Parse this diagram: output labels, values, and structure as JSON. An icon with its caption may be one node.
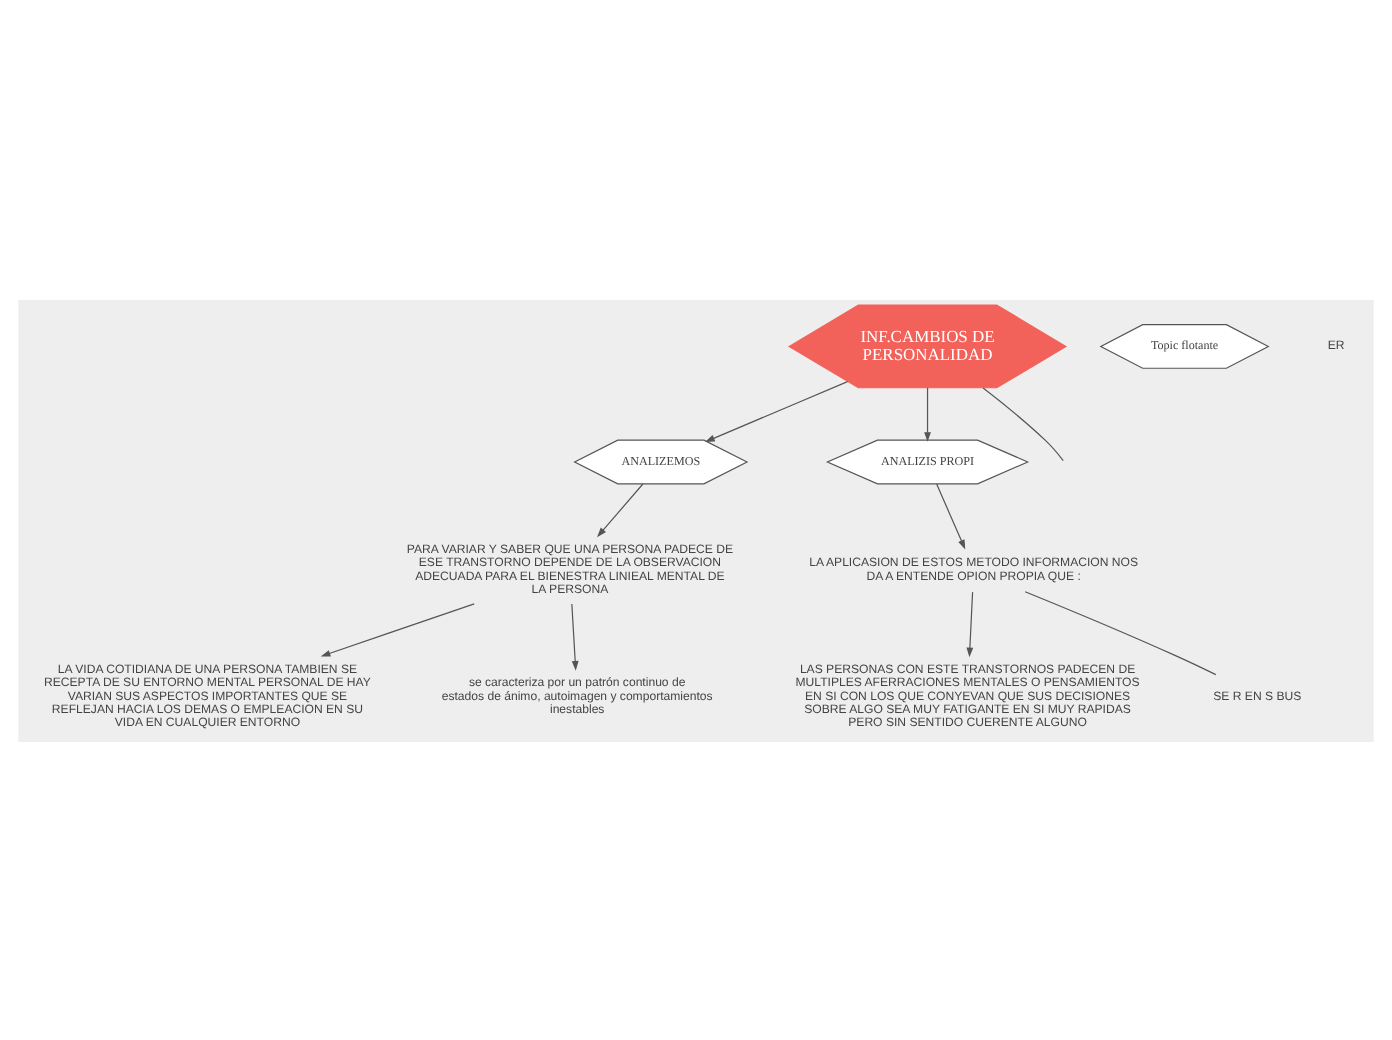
{
  "diagram": {
    "nodes": [
      {
        "text": [
          "INF.CAMBIOS DE PERSONALIDAD"
        ]
      },
      {
        "text": [
          "ANALIZEMOS"
        ]
      },
      {
        "text": [
          "ANALIZIS PROPI"
        ]
      },
      {
        "text": [
          "PARA VARIAR Y SABER QUE UNA PERSONA PADECE DE ESE TRANSTORNO DEPENDE DE LA OBSERVACION ADECUADA PARA EL BIENESTRA LINIEAL MENTAL DE LA PERSONA"
        ]
      },
      {
        "text": [
          "LA VIDA COTIDIANA DE UNA PERSONA TAMBIEN SE RECEPTA DE SU ENTORNO MENTAL PERSONAL DE HAY VARIAN SUS ASPECTOS IMPORTANTES QUE SE REFLEJAN HACIA LOS DEMAS O EMPLEACION EN SU VIDA EN CUALQUIER ENTORNO"
        ]
      },
      {
        "text": [
          "se caracteriza por un patrón continuo de estados de ánimo, autoimagen y comportamientos inestables"
        ]
      },
      {
        "text": [
          "Topic flotante"
        ]
      },
      {
        "text": [
          "LA APLICASION DE ESTOS METODO INFORMACION NOS DA A ENTENDE OPION PROPIA QUE :"
        ]
      },
      {
        "text": [
          "LAS PERSONAS CON ESTE TRANSTORNOS PADECEN DE MULTIPLES AFERRACIONES MENTALES O PENSAMIENTOS EN SI CON LOS QUE CONYEVAN QUE SUS DECISIONES SOBRE ALGO SEA MUY FATIGANTE EN SI MUY RAPIDAS PERO SIN SENTIDO CUERENTE ALGUNO"
        ]
      },
      {
        "text": [
          "SE R EN S BUS"
        ]
      }
    ],
    "edges": [
      {
        "from": 0,
        "to": null,
        "arrow": "none"
      },
      {
        "from": 0,
        "to": 1,
        "arrow": "to"
      },
      {
        "from": 0,
        "to": 2,
        "arrow": "to"
      },
      {
        "from": 1,
        "to": 3,
        "arrow": "to"
      },
      {
        "from": 3,
        "to": 4,
        "arrow": "to"
      },
      {
        "from": 3,
        "to": 5,
        "arrow": "to"
      },
      {
        "from": 2,
        "to": 7,
        "arrow": "to"
      },
      {
        "from": 7,
        "to": 8,
        "arrow": "to"
      },
      {
        "from": 7,
        "to": 9,
        "arrow": "none"
      }
    ],
    "labels": [
      "ER"
    ]
  }
}
